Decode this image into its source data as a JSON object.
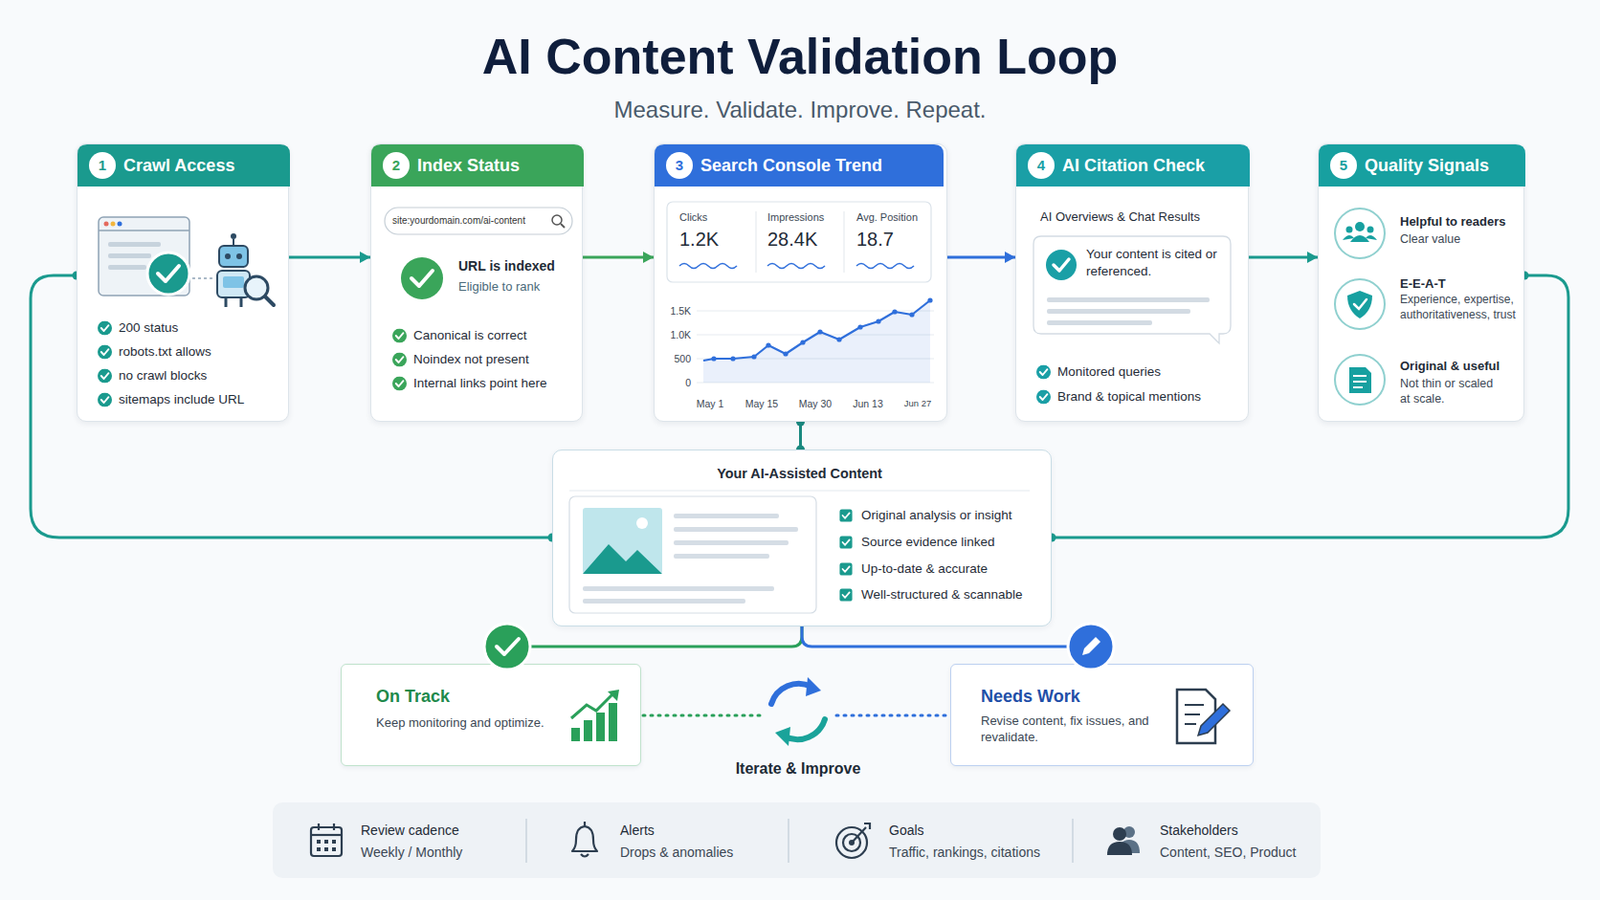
{
  "diagram": {
    "title": "AI Content Validation Loop",
    "nodes": [
      {
        "text": [
          "1",
          "Crawl Access",
          "200 status",
          "robots.txt allows",
          "no crawl blocks",
          "sitemaps include URL"
        ]
      },
      {
        "text": [
          "2",
          "Index Status",
          "site:yourdomain.com/ai-content",
          "URL is indexed",
          "Eligible to rank",
          "Canonical is correct",
          "Noindex not present",
          "Internal links point here"
        ]
      },
      {
        "text": [
          "3",
          "Search Console Trend",
          "Clicks",
          "1.2K",
          "Impressions",
          "28.4K",
          "Avg. Position",
          "18.7",
          "1.5K",
          "1.0K",
          "500",
          "0",
          "May 1",
          "May 15",
          "May 30",
          "Jun 13",
          "Jun 27"
        ]
      },
      {
        "text": [
          "4",
          "AI Citation Check",
          "AI Overviews & Chat Results",
          "Your content is cited or referenced.",
          "Monitored queries",
          "Brand & topical mentions"
        ]
      },
      {
        "text": [
          "5",
          "Quality Signals",
          "Helpful to readers",
          "Clear value",
          "E-E-A-T",
          "Experience, expertise, authoritativeness, trust",
          "Original & useful",
          "Not thin or scaled at scale."
        ]
      },
      {
        "text": [
          "Your AI-Assisted Content",
          "Original analysis or insight",
          "Source evidence linked",
          "Up-to-date & accurate",
          "Well-structured & scannable"
        ]
      },
      {
        "text": [
          "On Track",
          "Keep monitoring and optimize."
        ]
      },
      {
        "text": [
          "Needs Work",
          "Revise content, fix issues, and revalidate."
        ]
      },
      {
        "text": [
          "Review cadence",
          "Weekly / Monthly"
        ]
      },
      {
        "text": [
          "Alerts",
          "Drops & anomalies"
        ]
      },
      {
        "text": [
          "Goals",
          "Traffic, rankings, citations"
        ]
      },
      {
        "text": [
          "Stakeholders",
          "Content, SEO, Product"
        ]
      }
    ],
    "edges": [
      {
        "from": 0,
        "to": 1,
        "arrow": "to"
      },
      {
        "from": 1,
        "to": 2,
        "arrow": "to"
      },
      {
        "from": 2,
        "to": 3,
        "arrow": "to"
      },
      {
        "from": 3,
        "to": 4,
        "arrow": "to"
      },
      {
        "from": 2,
        "to": 5,
        "arrow": "none"
      },
      {
        "from": 4,
        "to": 5,
        "arrow": "none"
      },
      {
        "from": 5,
        "to": 0,
        "arrow": "none"
      },
      {
        "from": 5,
        "to": 6,
        "arrow": "none"
      },
      {
        "from": 5,
        "to": 7,
        "arrow": "none"
      }
    ],
    "labels": [
      "Measure. Validate. Improve. Repeat.",
      "Iterate & Improve"
    ]
  }
}
